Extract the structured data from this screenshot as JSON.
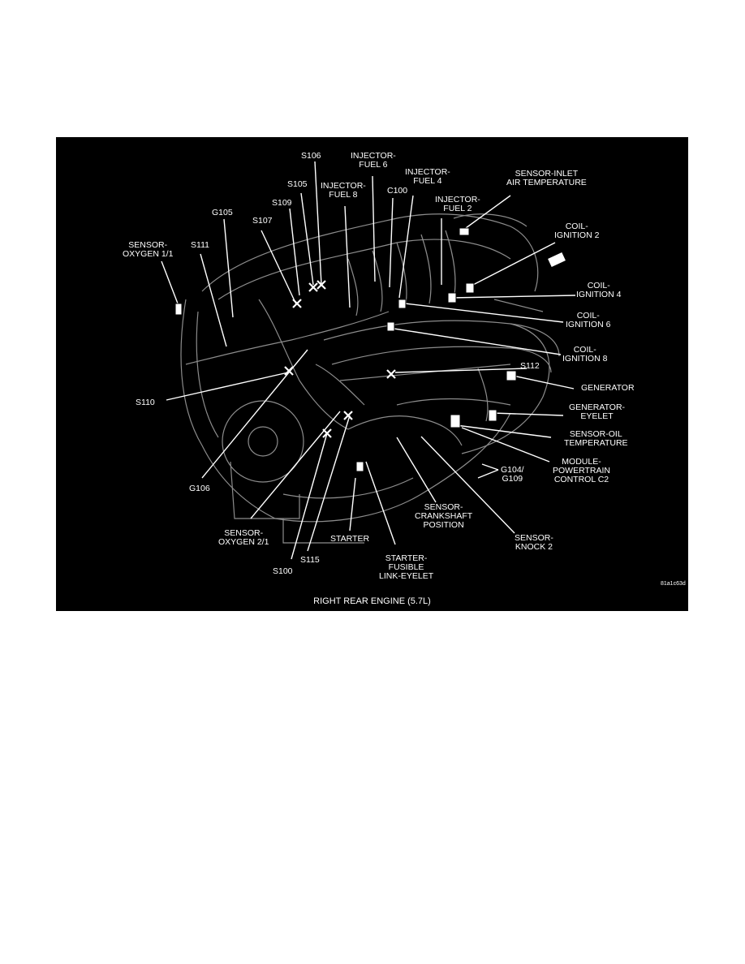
{
  "figure": {
    "caption": "RIGHT REAR ENGINE (5.7L)",
    "figure_code": "81a1c63d",
    "background_color": "#000000",
    "line_color": "#ffffff"
  },
  "labels": {
    "s106": "S106",
    "injector_fuel_6": "INJECTOR-\nFUEL 6",
    "injector_fuel_4": "INJECTOR-\nFUEL 4",
    "sensor_inlet_air_temperature": "SENSOR-INLET\nAIR TEMPERATURE",
    "s105": "S105",
    "injector_fuel_8": "INJECTOR-\nFUEL 8",
    "c100": "C100",
    "injector_fuel_2": "INJECTOR-\nFUEL 2",
    "s109": "S109",
    "g105": "G105",
    "s107": "S107",
    "coil_ignition_2": "COIL-\nIGNITION 2",
    "sensor_oxygen_1_1": "SENSOR-\nOXYGEN 1/1",
    "s111": "S111",
    "coil_ignition_4": "COIL-\nIGNITION 4",
    "coil_ignition_6": "COIL-\nIGNITION 6",
    "coil_ignition_8": "COIL-\nIGNITION 8",
    "s112": "S112",
    "generator": "GENERATOR",
    "s110": "S110",
    "generator_eyelet": "GENERATOR-\nEYELET",
    "sensor_oil_temperature": "SENSOR-OIL\nTEMPERATURE",
    "module_powertrain_control_c2": "MODULE-\nPOWERTRAIN\nCONTROL C2",
    "g104_g109": "G104/\nG109",
    "g106": "G106",
    "sensor_crankshaft_position": "SENSOR-\nCRANKSHAFT\nPOSITION",
    "sensor_oxygen_2_1": "SENSOR-\nOXYGEN 2/1",
    "starter": "STARTER",
    "sensor_knock_2": "SENSOR-\nKNOCK 2",
    "s115": "S115",
    "starter_fusible_link_eyelet": "STARTER-\nFUSIBLE\nLINK-EYELET",
    "s100": "S100"
  }
}
